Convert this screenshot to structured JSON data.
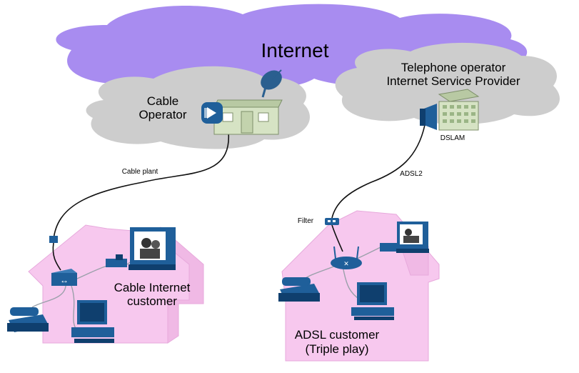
{
  "labels": {
    "internet": "Internet",
    "cable_operator_line1": "Cable",
    "cable_operator_line2": "Operator",
    "telco_line1": "Telephone operator",
    "telco_line2": "Internet Service Provider",
    "dslam": "DSLAM",
    "cable_plant": "Cable plant",
    "adsl2": "ADSL2",
    "filter": "Filter",
    "cable_customer_line1": "Cable Internet",
    "cable_customer_line2": "customer",
    "adsl_customer_line1": "ADSL customer",
    "adsl_customer_line2": "(Triple play)"
  },
  "colors": {
    "internet_cloud": "#a88cf0",
    "operator_cloud": "#cdcdcd",
    "house": "#f7c8ee",
    "house_stroke": "#e7a9dc",
    "device_blue": "#1f5f9a",
    "device_dark": "#0f3f6e",
    "building_green": "#d6e3c4",
    "cable": "#111111"
  },
  "icons": [
    "satellite-dish-icon",
    "router-icon",
    "building-icon",
    "dslam-icon",
    "splitter-icon",
    "cable-modem-icon",
    "set-top-box-icon",
    "tv-icon",
    "telephone-icon",
    "pc-icon",
    "wireless-router-icon",
    "filter-icon"
  ]
}
